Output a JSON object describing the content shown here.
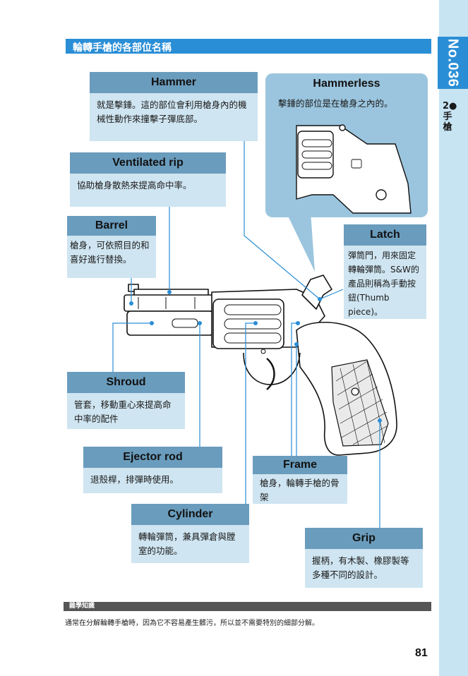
{
  "side_tab": {
    "number": "No.036",
    "chapter": "2●手槍"
  },
  "title": "輪轉手槍的各部位名稱",
  "parts": {
    "hammer": {
      "name": "Hammer",
      "desc": "就是擊錘。這的部位會利用槍身內的機械性動作來撞擊子彈底部。"
    },
    "hammerless": {
      "name": "Hammerless",
      "desc": "擊錘的部位是在槍身之內的。"
    },
    "ventilated_rip": {
      "name": "Ventilated rip",
      "desc": "協助槍身散熱來提高命中率。"
    },
    "barrel": {
      "name": "Barrel",
      "desc": "槍身，可依照目的和喜好進行替換。"
    },
    "latch": {
      "name": "Latch",
      "desc": "彈筒門，用來固定轉輪彈筒。S&W的產品則稱為手動按鈕(Thumb piece)。"
    },
    "shroud": {
      "name": "Shroud",
      "desc": "管套，移動重心來提高命中率的配件"
    },
    "ejector_rod": {
      "name": "Ejector rod",
      "desc": "退殼桿，排彈時使用。"
    },
    "frame": {
      "name": "Frame",
      "desc": "槍身，輪轉手槍的骨架"
    },
    "cylinder": {
      "name": "Cylinder",
      "desc": "轉輪彈筒，兼具彈倉與膛室的功能。"
    },
    "grip": {
      "name": "Grip",
      "desc": "握柄，有木製、橡膠製等多種不同的設計。"
    }
  },
  "trivia": {
    "label": "雜學知識",
    "text": "通常在分解輪轉手槍時，因為它不容易產生髒污，所以並不需要特別的細部分解。"
  },
  "page_number": "81",
  "colors": {
    "accent": "#2a8ed6",
    "box_bg": "#cfe5f1",
    "box_head": "#6a9cbd",
    "side_tab": "#c7e4f3",
    "leader": "#2a8ed6"
  }
}
